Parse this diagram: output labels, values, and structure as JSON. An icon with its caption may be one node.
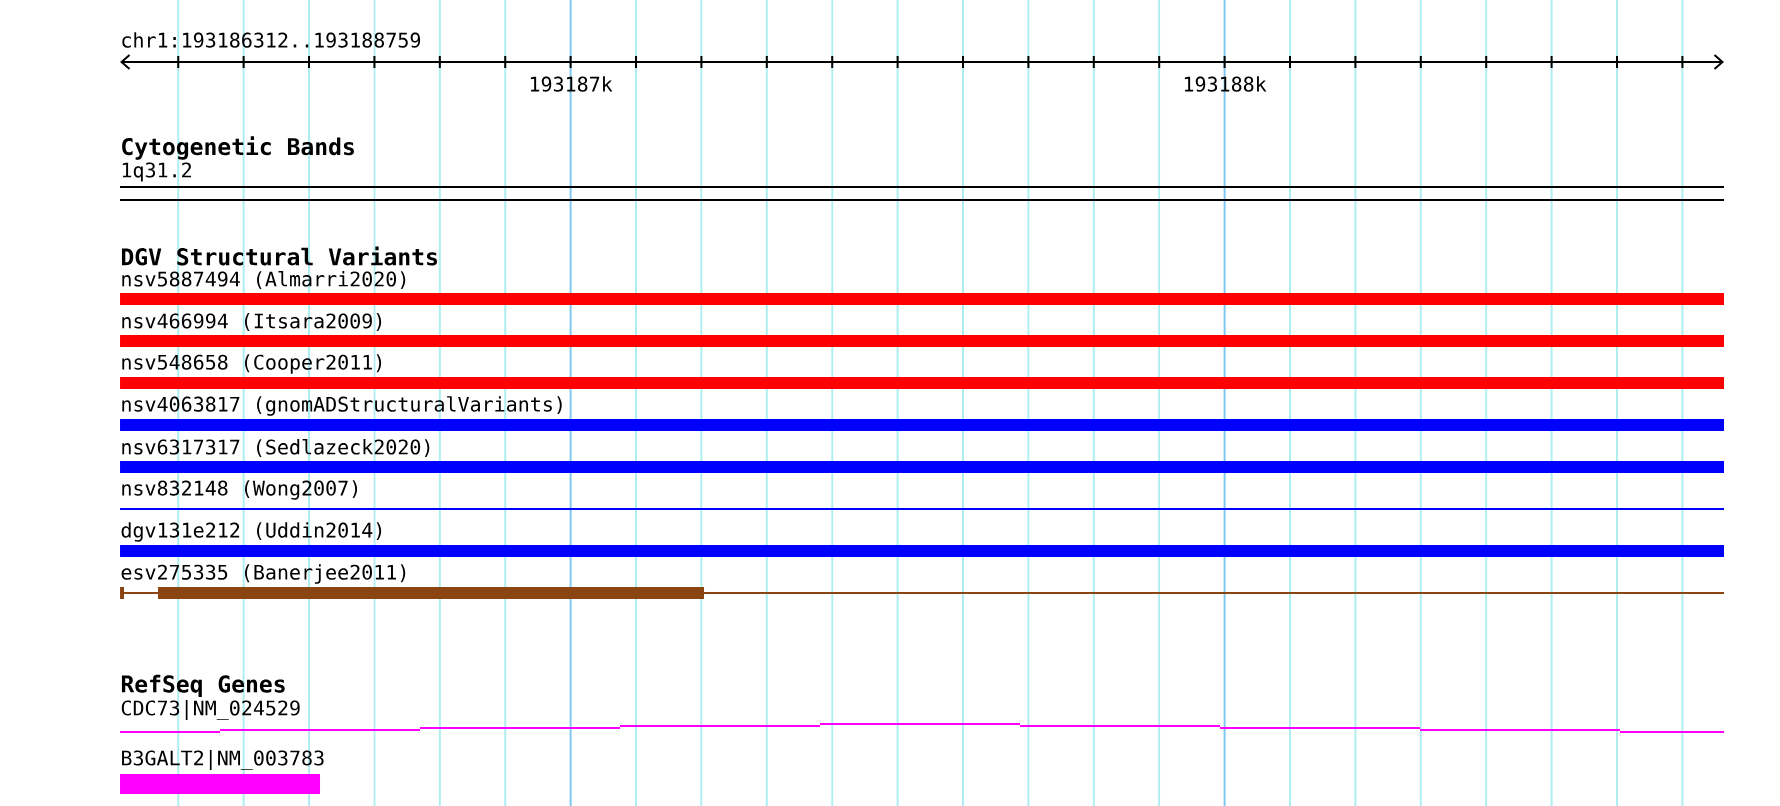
{
  "diagram": {
    "nodes": [
      {
        "text": [
          "1q31.2"
        ]
      },
      {
        "text": [
          "nsv5887494 (Almarri2020)"
        ]
      },
      {
        "text": [
          "nsv466994 (Itsara2009)"
        ]
      },
      {
        "text": [
          "nsv548658 (Cooper2011)"
        ]
      },
      {
        "text": [
          "nsv4063817 (gnomADStructuralVariants)"
        ]
      },
      {
        "text": [
          "nsv6317317 (Sedlazeck2020)"
        ]
      },
      {
        "text": [
          "nsv832148 (Wong2007)"
        ]
      },
      {
        "text": [
          "dgv131e212 (Uddin2014)"
        ]
      },
      {
        "text": [
          "esv275335 (Banerjee2011)"
        ]
      },
      {
        "text": [
          "CDC73|NM_024529"
        ]
      },
      {
        "text": [
          "B3GALT2|NM_003783"
        ]
      }
    ],
    "labels": [
      "chr1:193186312..193188759",
      "193187k",
      "193188k",
      "Cytogenetic Bands",
      "DGV Structural Variants",
      "RefSeq Genes"
    ]
  }
}
